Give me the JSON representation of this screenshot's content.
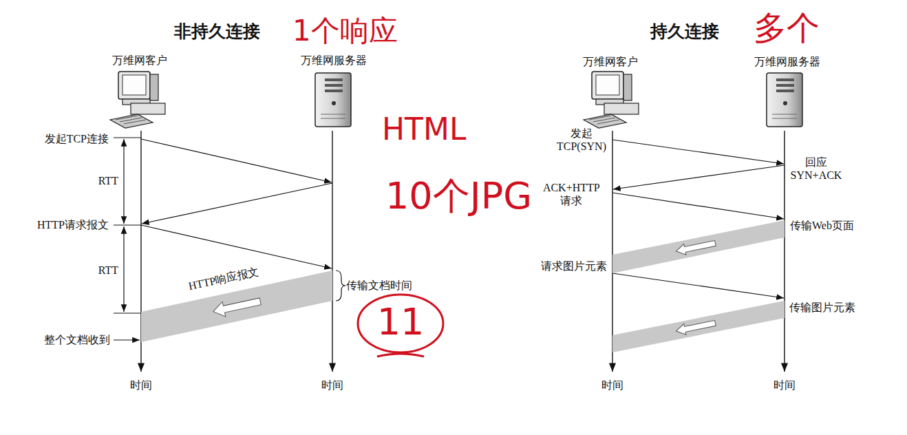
{
  "diagram": {
    "nodes": [
      {
        "text": [
          "万维网客户"
        ]
      },
      {
        "text": [
          "万维网服务器"
        ]
      },
      {
        "text": [
          "万维网客户"
        ]
      },
      {
        "text": [
          "万维网服务器"
        ]
      }
    ],
    "labels": [
      "非持久连接",
      "1个响应",
      "持久连接",
      "多个",
      "HTML",
      "10个JPG",
      "11",
      "发起TCP连接",
      "RTT",
      "HTTP请求报文",
      "RTT",
      "HTTP响应报文",
      "传输文档时间",
      "整个文档收到",
      "时间",
      "时间",
      "发起 TCP(SYN)",
      "回应 SYN+ACK",
      "ACK+HTTP 请求",
      "传输Web页面",
      "请求图片元素",
      "传输图片元素",
      "时间",
      "时间"
    ]
  }
}
